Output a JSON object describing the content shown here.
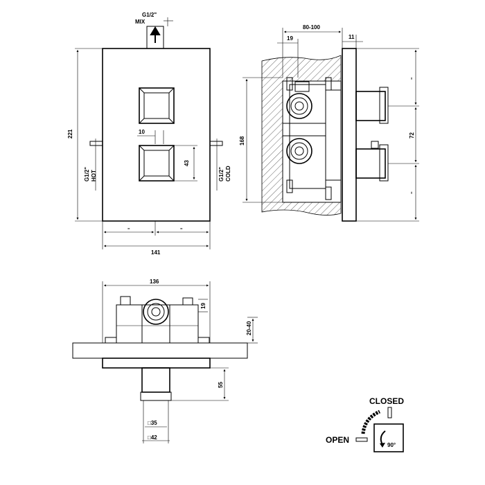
{
  "front": {
    "inlet_top_size": "G1/2\"",
    "inlet_top_name": "MIX",
    "height_dim": "221",
    "width_dim": "141",
    "knob_offset_dim": "10",
    "knob_size_dim": "43",
    "hot_size": "G1/2\"",
    "hot_name": "HOT",
    "cold_size": "G1/2\"",
    "cold_name": "COLD",
    "equal_mark": "="
  },
  "side": {
    "depth_range_dim": "80-100",
    "offset_dim": "19",
    "plate_dim": "11",
    "body_height_dim": "168",
    "outlet_spacing_dim": "72",
    "equal_mark": "="
  },
  "top": {
    "width_dim": "136",
    "outlet_dim": "19",
    "wall_range_dim": "20-40",
    "spout_dim": "55",
    "square_inner": "□35",
    "square_outer": "□42"
  },
  "legend": {
    "closed": "CLOSED",
    "open": "OPEN",
    "angle": "90°"
  }
}
